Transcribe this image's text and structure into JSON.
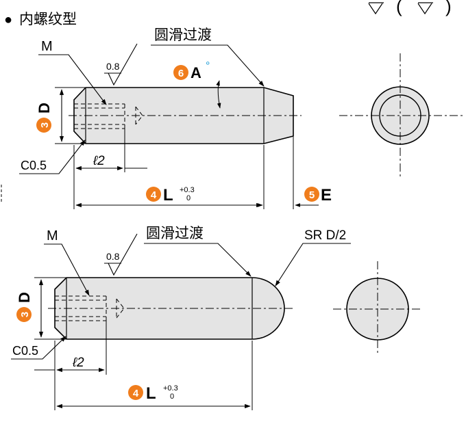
{
  "header": {
    "bullet": "●",
    "title": "内螺纹型"
  },
  "top_corner": {
    "paren_open": "(",
    "paren_close": ")"
  },
  "colors": {
    "badge": "#f07d1c",
    "degree_mark": "#1a9bd7",
    "part_fill": "#e4e4e4",
    "line": "#000000"
  },
  "top_drawing": {
    "thread_label": "M",
    "roughness": "0.8",
    "fillet_label": "圆滑过渡",
    "angle_badge": "6",
    "angle_letter": "A",
    "angle_unit": "°",
    "diameter_badge": "3",
    "diameter_letter": "D",
    "chamfer_label": "C0.5",
    "depth_label": "ℓ2",
    "length_badge": "4",
    "length_letter": "L",
    "tol_upper": "+0.3",
    "tol_lower": "0",
    "end_badge": "5",
    "end_letter": "E"
  },
  "bottom_drawing": {
    "thread_label": "M",
    "roughness": "0.8",
    "fillet_label": "圆滑过渡",
    "radius_label": "SR D/2",
    "diameter_badge": "3",
    "diameter_letter": "D",
    "chamfer_label": "C0.5",
    "depth_label": "ℓ2",
    "length_badge": "4",
    "length_letter": "L",
    "tol_upper": "+0.3",
    "tol_lower": "0"
  }
}
